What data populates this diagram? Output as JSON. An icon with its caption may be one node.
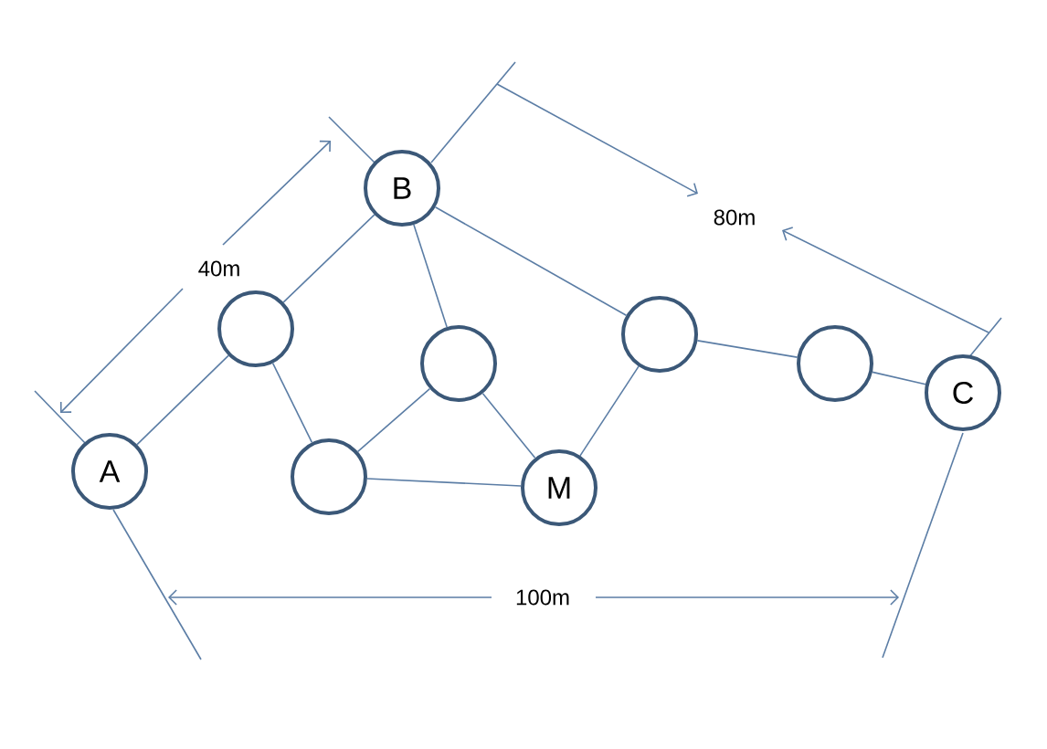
{
  "diagram": {
    "nodes": [
      {
        "text": [
          "B"
        ]
      },
      {
        "text": [],
        "shape": "circle"
      },
      {
        "text": [],
        "shape": "circle"
      },
      {
        "text": [],
        "shape": "circle"
      },
      {
        "text": [],
        "shape": "circle"
      },
      {
        "text": [
          "C"
        ]
      },
      {
        "text": [
          "A"
        ]
      },
      {
        "text": [],
        "shape": "circle"
      },
      {
        "text": [
          "M"
        ]
      }
    ],
    "edges": [
      {
        "from": 6,
        "to": 1,
        "arrow": "none"
      },
      {
        "from": 1,
        "to": 0,
        "arrow": "none"
      },
      {
        "from": 1,
        "to": 7,
        "arrow": "none"
      },
      {
        "from": 0,
        "to": 3,
        "arrow": "none"
      },
      {
        "from": 0,
        "to": 2,
        "arrow": "none"
      },
      {
        "from": 3,
        "to": 7,
        "arrow": "none"
      },
      {
        "from": 3,
        "to": 8,
        "arrow": "none"
      },
      {
        "from": 7,
        "to": 8,
        "arrow": "none"
      },
      {
        "from": 2,
        "to": 8,
        "arrow": "none"
      },
      {
        "from": 2,
        "to": 4,
        "arrow": "none"
      },
      {
        "from": 4,
        "to": 5,
        "arrow": "none"
      }
    ],
    "labels": [
      "40m",
      "80m",
      "100m"
    ]
  }
}
